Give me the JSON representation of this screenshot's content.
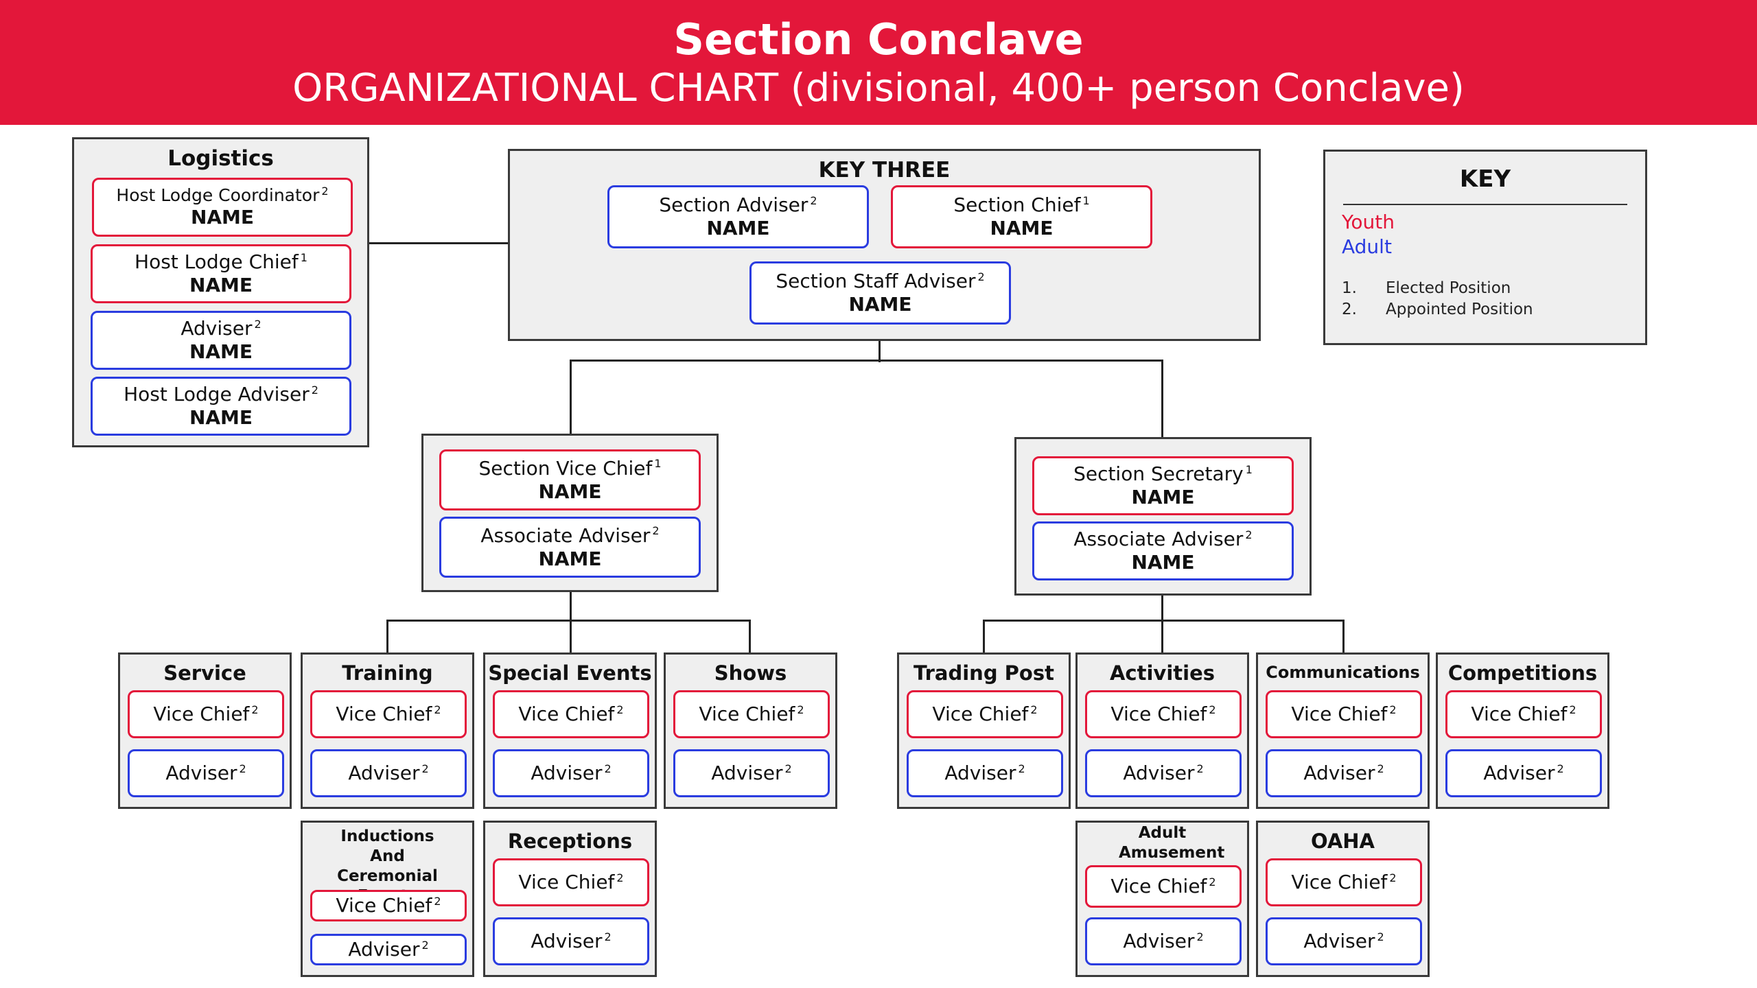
{
  "header": {
    "title": "Section Conclave",
    "subtitle": "ORGANIZATIONAL CHART (divisional, 400+ person Conclave)"
  },
  "colors": {
    "header": "#e3173a",
    "youth": "#e3173a",
    "adult": "#2a3ce0",
    "panel": "#efefef"
  },
  "logistics": {
    "title": "Logistics",
    "roles": [
      {
        "label": "Host Lodge Coordinator",
        "sup": "2",
        "name": "NAME",
        "type": "youth"
      },
      {
        "label": "Host Lodge Chief",
        "sup": "1",
        "name": "NAME",
        "type": "youth"
      },
      {
        "label": "Adviser",
        "sup": "2",
        "name": "NAME",
        "type": "adult"
      },
      {
        "label": "Host Lodge Adviser",
        "sup": "2",
        "name": "NAME",
        "type": "adult"
      }
    ]
  },
  "key_three": {
    "title": "KEY THREE",
    "roles": [
      {
        "label": "Section Adviser",
        "sup": "2",
        "name": "NAME",
        "type": "adult"
      },
      {
        "label": "Section Chief",
        "sup": "1",
        "name": "NAME",
        "type": "youth"
      },
      {
        "label": "Section Staff Adviser",
        "sup": "2",
        "name": "NAME",
        "type": "adult"
      }
    ]
  },
  "key": {
    "title": "KEY",
    "youth": "Youth",
    "adult": "Adult",
    "items": [
      {
        "num": "1.",
        "text": "Elected Position"
      },
      {
        "num": "2.",
        "text": "Appointed Position"
      }
    ]
  },
  "vice_chief_box": {
    "roles": [
      {
        "label": "Section Vice Chief",
        "sup": "1",
        "name": "NAME",
        "type": "youth"
      },
      {
        "label": "Associate Adviser",
        "sup": "2",
        "name": "NAME",
        "type": "adult"
      }
    ]
  },
  "secretary_box": {
    "roles": [
      {
        "label": "Section Secretary",
        "sup": "1",
        "name": "NAME",
        "type": "youth"
      },
      {
        "label": "Associate Adviser",
        "sup": "2",
        "name": "NAME",
        "type": "adult"
      }
    ]
  },
  "committee_roles": {
    "vice_chief": "Vice Chief",
    "vice_chief_sup": "2",
    "adviser": "Adviser",
    "adviser_sup": "2"
  },
  "committees": {
    "service": "Service",
    "training": "Training",
    "special_events": "Special Events",
    "shows": "Shows",
    "inductions": "Inductions And Ceremonial Events",
    "receptions": "Receptions",
    "trading_post": "Trading Post",
    "activities": "Activities",
    "communications": "Communications",
    "competitions": "Competitions",
    "adult_amusement": "Adult Amusement",
    "oaha": "OAHA"
  }
}
